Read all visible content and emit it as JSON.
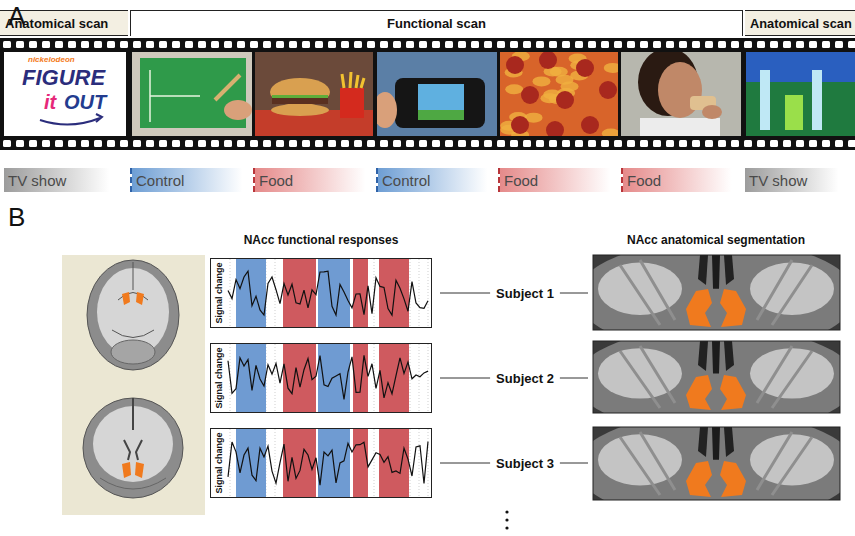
{
  "diagram": {
    "nodes": [
      {
        "text": [
          "Anatomical scan"
        ]
      },
      {
        "text": [
          "Functional scan"
        ]
      },
      {
        "text": [
          "Anatomical scan"
        ]
      },
      {
        "text": [
          "TV show"
        ]
      },
      {
        "text": [
          "Control"
        ]
      },
      {
        "text": [
          "Food"
        ]
      },
      {
        "text": [
          "Control"
        ]
      },
      {
        "text": [
          "Food"
        ]
      },
      {
        "text": [
          "Food"
        ]
      },
      {
        "text": [
          "TV show"
        ]
      },
      {
        "text": [
          "Signal change"
        ]
      },
      {
        "text": [
          "Signal change"
        ]
      },
      {
        "text": [
          "Signal change"
        ]
      }
    ],
    "labels": [
      "A",
      "nickelodeon",
      "FIGURE",
      "it",
      "OUT",
      "B",
      "NAcc functional responses",
      "Subject 1",
      "Subject 2",
      "Subject 3",
      "NAcc anatomical segmentation"
    ]
  }
}
